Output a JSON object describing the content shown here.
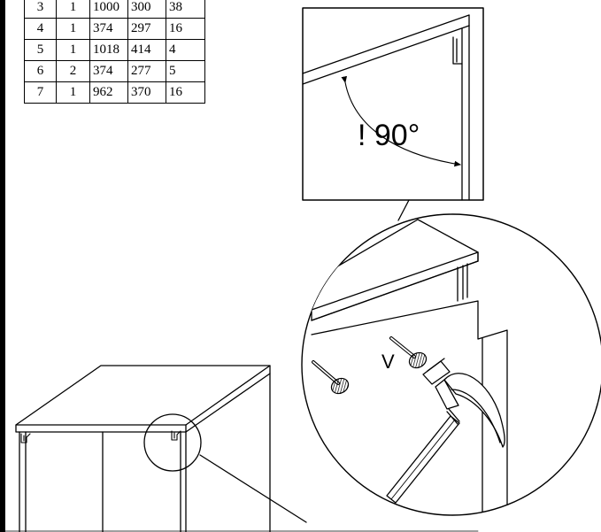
{
  "parts_table": {
    "rows": [
      [
        "3",
        "1",
        "1000",
        "300",
        "38"
      ],
      [
        "4",
        "1",
        "374",
        "297",
        "16"
      ],
      [
        "5",
        "1",
        "1018",
        "414",
        "4"
      ],
      [
        "6",
        "2",
        "374",
        "277",
        "5"
      ],
      [
        "7",
        "1",
        "962",
        "370",
        "16"
      ]
    ]
  },
  "detail_callout": {
    "angle_label": "! 90°",
    "mark_label": "V"
  },
  "colors": {
    "line": "#000000",
    "background": "#ffffff"
  }
}
